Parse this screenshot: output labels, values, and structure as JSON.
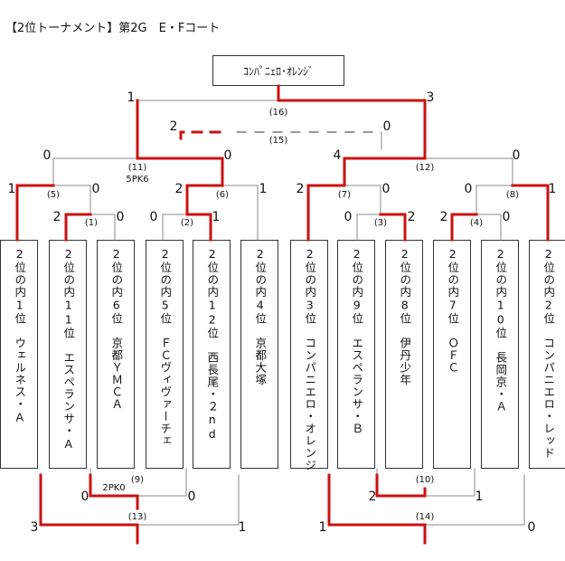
{
  "title": "【2位トーナメント】第2G　E・Fコート",
  "winner": "ｺﾝﾊﾟﾆｪﾛ･ｵﾚﾝｼﾞ",
  "teams": [
    "2位の内1位　ウェルネス・A",
    "2位の内11位　エスペランサ・A",
    "2位の内6位　京都ＹＭＣＡ",
    "2位の内5位　ＦＣヴィヴァーチェ",
    "2位の内12位　西長尾・２nd",
    "2位の内4位　京都大塚",
    "2位の内3位　コンパニエロ・オレンジ",
    "2位の内9位　エスペランサ・Ｂ",
    "2位の内8位　伊丹少年",
    "2位の内7位　ＯＦＣ",
    "2位の内10位　長岡京・Ａ",
    "2位の内2位　コンパニエロ・レッド"
  ],
  "matches": {
    "m1": {
      "label": "(1)",
      "left": "2",
      "right": "0"
    },
    "m2": {
      "label": "(2)",
      "left": "0",
      "right": "1"
    },
    "m3": {
      "label": "(3)",
      "left": "0",
      "right": "2"
    },
    "m4": {
      "label": "(4)",
      "left": "2",
      "right": "0"
    },
    "m5": {
      "label": "(5)",
      "left": "1",
      "right": "0"
    },
    "m6": {
      "label": "(6)",
      "left": "2",
      "right": "1"
    },
    "m7": {
      "label": "(7)",
      "left": "2",
      "right": "0"
    },
    "m8": {
      "label": "(8)",
      "left": "0",
      "right": "1"
    },
    "m9": {
      "label": "(9)",
      "left": "0",
      "right": "0",
      "note": "2PK0"
    },
    "m10": {
      "label": "(10)",
      "left": "2",
      "right": "1"
    },
    "m11": {
      "label": "(11)",
      "left": "0",
      "right": "0",
      "note": "5PK6"
    },
    "m12": {
      "label": "(12)",
      "left": "4",
      "right": "0"
    },
    "m13": {
      "label": "(13)",
      "left": "3",
      "right": "1"
    },
    "m14": {
      "label": "(14)",
      "left": "1",
      "right": "0"
    },
    "m15": {
      "label": "(15)",
      "left": "2",
      "right": "0"
    },
    "m16": {
      "label": "(16)",
      "left": "1",
      "right": "3"
    }
  },
  "colors": {
    "win": "#cc1111",
    "line": "#888888"
  }
}
